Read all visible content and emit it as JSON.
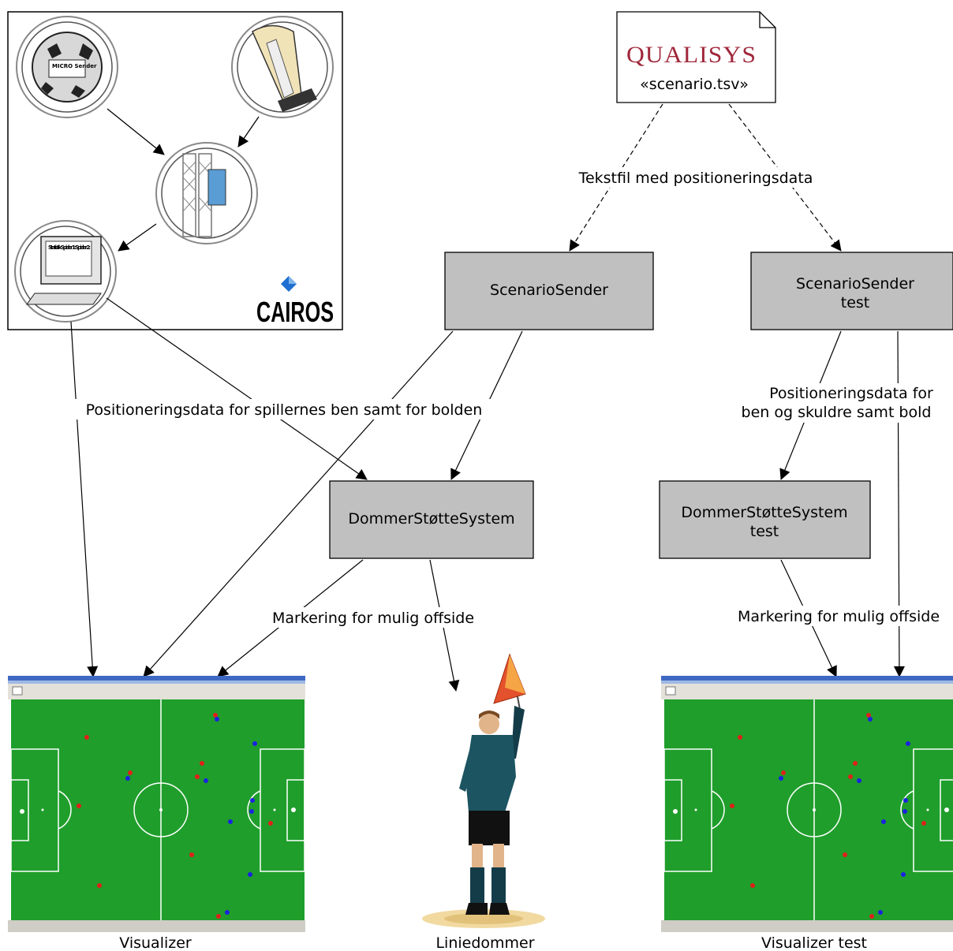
{
  "qualisys": {
    "brand": "QUALISYS",
    "file": "«scenario.tsv»"
  },
  "cairos": {
    "brand": "CAIROS",
    "sender_text": "MICRO Sender",
    "monitor_text": "Statistik Spieler 1: Spieler 2:"
  },
  "boxes": {
    "scenario_sender": [
      "ScenarioSender"
    ],
    "scenario_sender_test": [
      "ScenarioSender",
      "test"
    ],
    "dommer": [
      "DommerStøtteSystem"
    ],
    "dommer_test": [
      "DommerStøtteSystem",
      "test"
    ]
  },
  "labels": {
    "tekstfil": "Tekstfil med positioneringsdata",
    "pos_spillere": "Positioneringsdata for spillernes ben samt for bolden",
    "pos_test": [
      "Positioneringsdata for",
      "ben og skuldre samt bold"
    ],
    "markering": "Markering for mulig offside",
    "markering_test": "Markering for mulig offside"
  },
  "captions": {
    "visualizer": "Visualizer",
    "linjedommer": "Liniedommer",
    "visualizer_test": "Visualizer test"
  },
  "colors": {
    "box_fill": "#c0c0c0",
    "pitch": "#1f9e2b",
    "team_red": "#e0201a",
    "team_blue": "#1a22e0",
    "qualisys_red": "#a0283c"
  }
}
